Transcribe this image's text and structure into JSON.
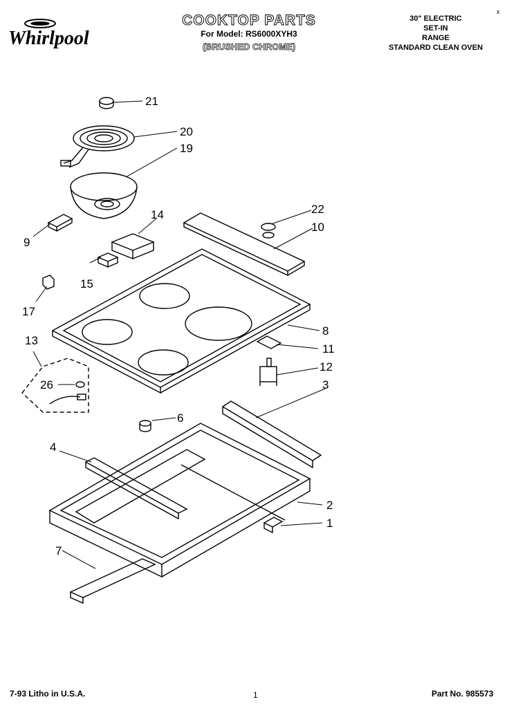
{
  "brand": "Whirlpool",
  "header": {
    "title": "COOKTOP PARTS",
    "model_line": "For Model: RS6000XYH3",
    "finish_line": "(BRUSHED CHROME)",
    "right_lines": [
      "30\" ELECTRIC",
      "SET-IN",
      "RANGE",
      "STANDARD CLEAN OVEN"
    ],
    "corner_mark": "x"
  },
  "callouts": [
    "21",
    "20",
    "19",
    "14",
    "9",
    "15",
    "17",
    "22",
    "10",
    "8",
    "11",
    "12",
    "13",
    "26",
    "3",
    "6",
    "4",
    "2",
    "1",
    "7"
  ],
  "footer": {
    "left": "7-93 Litho in U.S.A.",
    "page": "1",
    "part_no": "Part No. 985573"
  }
}
